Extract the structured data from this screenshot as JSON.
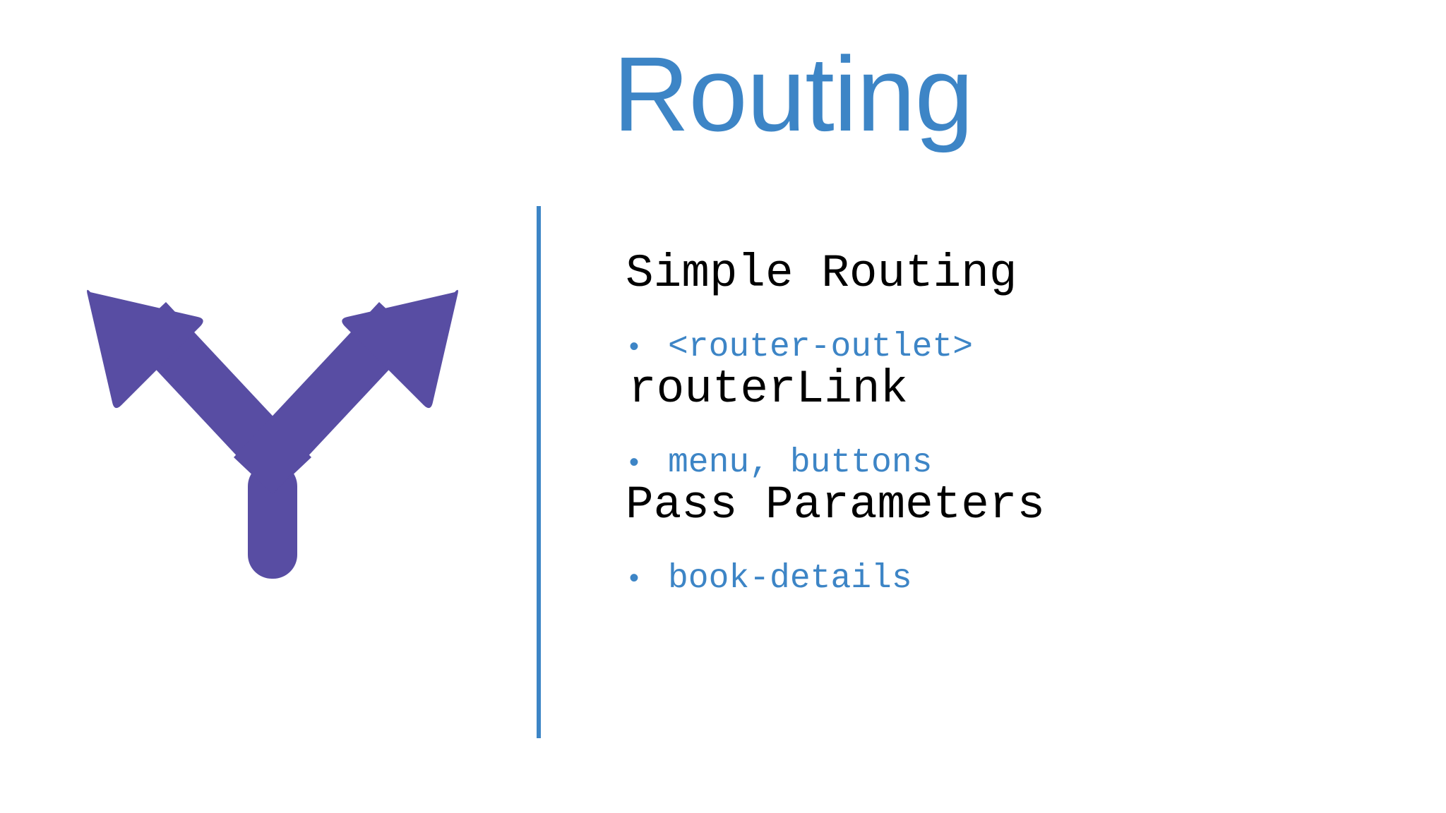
{
  "slide": {
    "title": "Routing",
    "title_color": "#3d85c6",
    "background_color": "#ffffff"
  },
  "icon": {
    "name": "fork-split-arrows-icon",
    "color": "#584DA3"
  },
  "divider": {
    "color": "#3d85c6"
  },
  "content": {
    "sections": [
      {
        "heading": "Simple Routing",
        "heading_color": "#000000",
        "bullet_marker": "•",
        "bullet_text": "<router-outlet>",
        "bullet_color": "#3d85c6"
      },
      {
        "heading": "routerLink",
        "heading_color": "#000000",
        "bullet_marker": "•",
        "bullet_text": "menu, buttons",
        "bullet_color": "#3d85c6"
      },
      {
        "heading": "Pass Parameters",
        "heading_color": "#000000",
        "bullet_marker": "•",
        "bullet_text": "book-details",
        "bullet_color": "#3d85c6"
      }
    ]
  }
}
